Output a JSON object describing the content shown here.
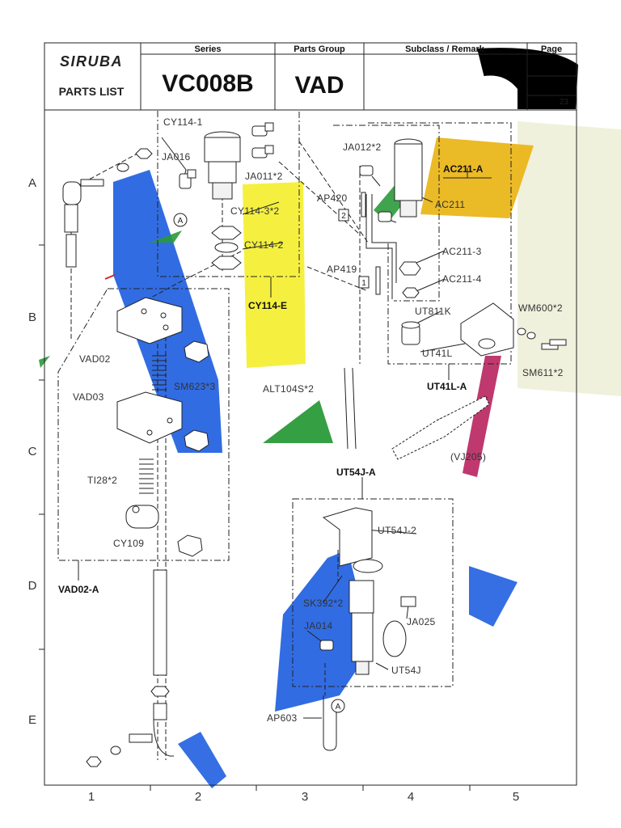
{
  "header": {
    "brand": "SIRUBA",
    "doc_label": "PARTS LIST",
    "series_head": "Series",
    "series_value": "VC008B",
    "group_head": "Parts Group",
    "group_value": "VAD",
    "subclass_head": "Subclass / Remark",
    "page_head": "Page",
    "date_fragment": "23"
  },
  "grid": {
    "rows": [
      "A",
      "B",
      "C",
      "D",
      "E"
    ],
    "cols": [
      "1",
      "2",
      "3",
      "4",
      "5"
    ]
  },
  "labels": {
    "cy114_1": "CY114-1",
    "ja016": "JA016",
    "ja011": "JA011*2",
    "cy114_3": "CY114-3*2",
    "cy114_2": "CY114-2",
    "cy114_e": "CY114-E",
    "ja012": "JA012*2",
    "ac211_a": "AC211-A",
    "ap420": "AP420",
    "ac211": "AC211",
    "ac211_3": "AC211-3",
    "ap419": "AP419",
    "ac211_4": "AC211-4",
    "ut811k": "UT811K",
    "wm600": "WM600*2",
    "ut41l": "UT41L",
    "sm611": "SM611*2",
    "ut41l_a": "UT41L-A",
    "vad02": "VAD02",
    "sm623": "SM623*3",
    "alt104s": "ALT104S*2",
    "vad03": "VAD03",
    "vj205": "(VJ205)",
    "ti28": "TI28*2",
    "ut54j_a": "UT54J-A",
    "ut54j_2": "UT54J-2",
    "cy109": "CY109",
    "vad02_a": "VAD02-A",
    "sk392": "SK392*2",
    "ja025": "JA025",
    "ja014": "JA014",
    "ut54j": "UT54J",
    "ap603": "AP603",
    "ref_a": "A",
    "box_1": "1",
    "box_2": "2"
  },
  "highlight_colors": {
    "blue": "#1f5fe0",
    "yellow": "#f4ee2a",
    "green": "#2a9a3a",
    "orange": "#e9b20f",
    "magenta": "#b8245e",
    "beige": "#eef0d8"
  }
}
